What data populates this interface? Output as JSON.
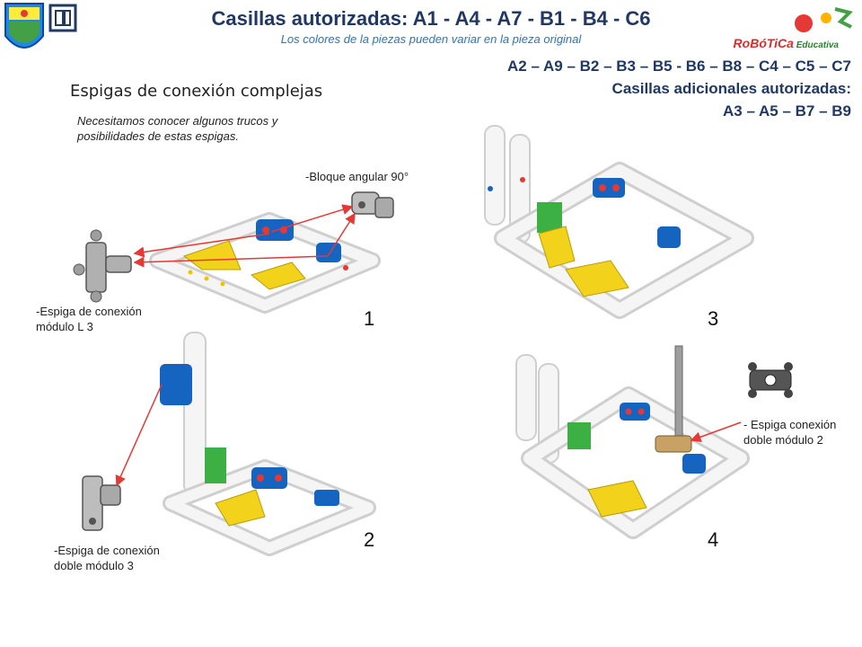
{
  "header": {
    "title": "Casillas autorizadas: A1 - A4 - A7 - B1 - B4 - C6",
    "subtitle": "Los colores de la piezas pueden variar en la pieza original"
  },
  "authorized": {
    "line1": "A2 – A9 – B2 – B3 – B5 - B6 – B8 – C4 – C5 – C7",
    "line2": "Casillas adicionales autorizadas:",
    "line3": "A3 – A5 – B7 – B9"
  },
  "logos": {
    "school_crest_icon": "crest",
    "brand_text_1": "RoBóTiCa",
    "brand_text_2": "Educativa"
  },
  "section": {
    "title": "Espigas de conexión complejas",
    "intro": "Necesitamos conocer  algunos trucos y posibilidades de estas espigas."
  },
  "labels": {
    "bloque": "-Bloque angular 90°",
    "l3_line1": "-Espiga de conexión",
    "l3_line2": "módulo L 3",
    "doble3_line1": "-Espiga de conexión",
    "doble3_line2": "doble módulo 3",
    "doble2_line1": "- Espiga conexión",
    "doble2_line2": "doble módulo 2"
  },
  "steps": [
    "1",
    "2",
    "3",
    "4"
  ],
  "colors": {
    "title": "#1f3864",
    "subtitle": "#2e75b6",
    "arrow": "#e53935",
    "beam": "#f2f2f2",
    "blue_piece": "#1565c0",
    "yellow_piece": "#f2d21b",
    "green_piece": "#3cb043",
    "gray_piece": "#9e9e9e"
  }
}
